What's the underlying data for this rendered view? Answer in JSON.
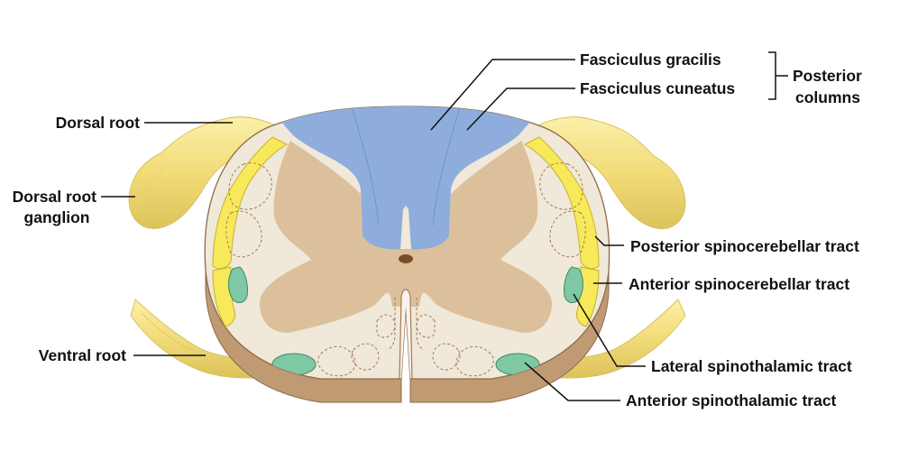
{
  "labels": {
    "dorsal_root": "Dorsal root",
    "dorsal_root_ganglion_line1": "Dorsal root",
    "dorsal_root_ganglion_line2": "ganglion",
    "ventral_root": "Ventral root",
    "fasciculus_gracilis": "Fasciculus gracilis",
    "fasciculus_cuneatus": "Fasciculus cuneatus",
    "posterior_columns_line1": "Posterior",
    "posterior_columns_line2": "columns",
    "posterior_spinocerebellar": "Posterior spinocerebellar tract",
    "anterior_spinocerebellar": "Anterior spinocerebellar tract",
    "lateral_spinothalamic": "Lateral spinothalamic tract",
    "anterior_spinothalamic": "Anterior spinothalamic tract"
  },
  "colors": {
    "white_matter": "#f0e8d8",
    "gray_matter": "#dcc09c",
    "posterior_columns": "#8eaddc",
    "spinocerebellar": "#f7e95a",
    "spinothalamic": "#7ec8a4",
    "nerve_root": "#f2dc78",
    "cord_side": "#c09a73",
    "leader_line": "#111111"
  }
}
